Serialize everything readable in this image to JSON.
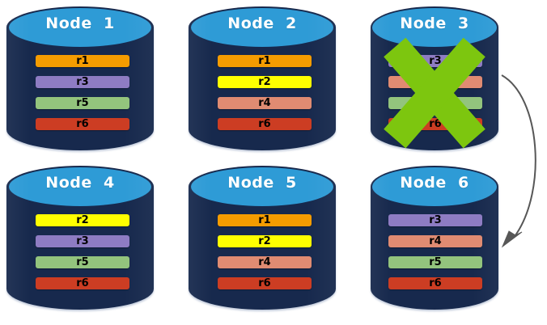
{
  "diagram": {
    "title_prefix": "Node",
    "palette": {
      "cylinder_body": "#17294d",
      "cylinder_top": "#2e9bd6",
      "background": "#ffffff",
      "x_mark": "#7dc60f",
      "arrow": "#575757",
      "r1": "#f59c00",
      "r2": "#ffff00",
      "r3": "#8e7cc3",
      "r4": "#e08b72",
      "r5": "#93c47d",
      "r6": "#cc3d23"
    },
    "nodes": [
      {
        "id": "node-1",
        "label": "Node  1",
        "failed": false,
        "records": [
          {
            "label": "r1",
            "color": "#f59c00"
          },
          {
            "label": "r3",
            "color": "#8e7cc3"
          },
          {
            "label": "r5",
            "color": "#93c47d"
          },
          {
            "label": "r6",
            "color": "#cc3d23"
          }
        ]
      },
      {
        "id": "node-2",
        "label": "Node  2",
        "failed": false,
        "records": [
          {
            "label": "r1",
            "color": "#f59c00"
          },
          {
            "label": "r2",
            "color": "#ffff00"
          },
          {
            "label": "r4",
            "color": "#e08b72"
          },
          {
            "label": "r6",
            "color": "#cc3d23"
          }
        ]
      },
      {
        "id": "node-3",
        "label": "Node  3",
        "failed": true,
        "records": [
          {
            "label": "r3",
            "color": "#8e7cc3"
          },
          {
            "label": "r4",
            "color": "#e08b72"
          },
          {
            "label": "r5",
            "color": "#93c47d"
          },
          {
            "label": "r6",
            "color": "#cc3d23"
          }
        ]
      },
      {
        "id": "node-4",
        "label": "Node  4",
        "failed": false,
        "records": [
          {
            "label": "r2",
            "color": "#ffff00"
          },
          {
            "label": "r3",
            "color": "#8e7cc3"
          },
          {
            "label": "r5",
            "color": "#93c47d"
          },
          {
            "label": "r6",
            "color": "#cc3d23"
          }
        ]
      },
      {
        "id": "node-5",
        "label": "Node  5",
        "failed": false,
        "records": [
          {
            "label": "r1",
            "color": "#f59c00"
          },
          {
            "label": "r2",
            "color": "#ffff00"
          },
          {
            "label": "r4",
            "color": "#e08b72"
          },
          {
            "label": "r6",
            "color": "#cc3d23"
          }
        ]
      },
      {
        "id": "node-6",
        "label": "Node  6",
        "failed": false,
        "records": [
          {
            "label": "r3",
            "color": "#8e7cc3"
          },
          {
            "label": "r4",
            "color": "#e08b72"
          },
          {
            "label": "r5",
            "color": "#93c47d"
          },
          {
            "label": "r6",
            "color": "#cc3d23"
          }
        ]
      }
    ],
    "annotations": {
      "failure_marker": "x-mark",
      "arrow": {
        "from": "node-3",
        "to": "node-6"
      }
    }
  }
}
